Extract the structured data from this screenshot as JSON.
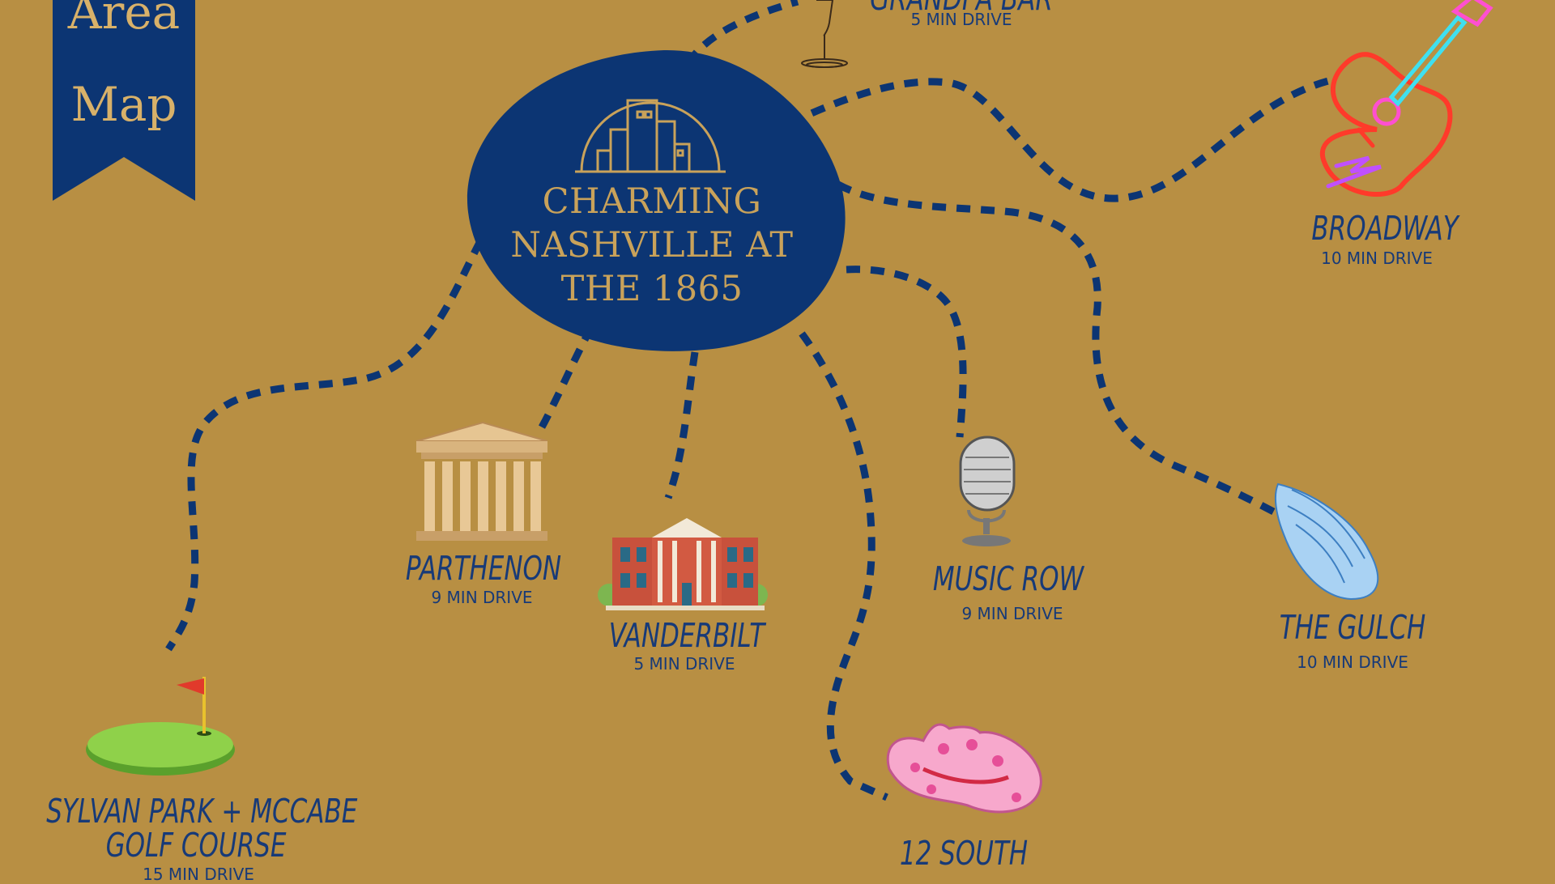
{
  "banner": {
    "line1": "Area",
    "line2": "Map"
  },
  "center": {
    "title_lines": [
      "CHARMING",
      "NASHVILLE AT",
      "THE 1865"
    ],
    "fill": "#0c3573",
    "accent": "#c9a25a"
  },
  "places": [
    {
      "id": "grandpa",
      "name": "GRANDPA BAR",
      "drive": "5 MIN DRIVE",
      "icon": "wine-glass-icon"
    },
    {
      "id": "broadway",
      "name": "BROADWAY",
      "drive": "10 MIN DRIVE",
      "icon": "neon-guitar-icon"
    },
    {
      "id": "parthenon",
      "name": "PARTHENON",
      "drive": "9 MIN DRIVE",
      "icon": "parthenon-icon"
    },
    {
      "id": "vanderbilt",
      "name": "VANDERBILT",
      "drive": "5 MIN DRIVE",
      "icon": "university-building-icon"
    },
    {
      "id": "musicrow",
      "name": "MUSIC ROW",
      "drive": "9 MIN DRIVE",
      "icon": "microphone-icon"
    },
    {
      "id": "gulch",
      "name": "THE GULCH",
      "drive": "10 MIN DRIVE",
      "icon": "angel-wing-icon"
    },
    {
      "id": "sylvan",
      "name_lines": [
        "SYLVAN PARK + MCCABE",
        "GOLF COURSE"
      ],
      "drive": "15 MIN DRIVE",
      "icon": "golf-green-icon"
    },
    {
      "id": "twelvesouth",
      "name": "12 SOUTH",
      "drive": "",
      "icon": "pink-cowboy-hat-icon"
    }
  ],
  "colors": {
    "background": "#b88f43",
    "navy": "#0c3573",
    "gold_text": "#d8b169"
  }
}
